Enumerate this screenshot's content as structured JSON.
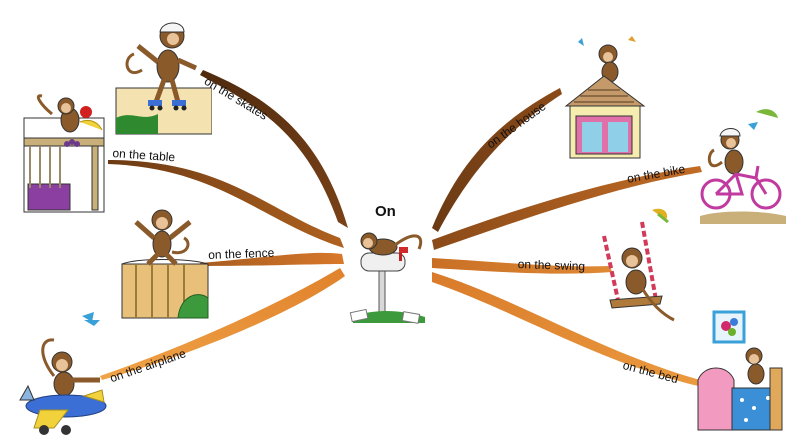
{
  "center": {
    "title": "On"
  },
  "labels": {
    "skates": "on the skates",
    "table": "on the table",
    "fence": "on the fence",
    "airplane": "on the airplane",
    "house": "on the house",
    "bike": "on the bike",
    "swing": "on the swing",
    "bed": "on the bed"
  },
  "colors": {
    "branch_dark": "#6b3a14",
    "branch_mid": "#9a5a22",
    "branch_light": "#e0822c",
    "monkey": "#8a5a2b",
    "monkey_face": "#e8c39a"
  }
}
